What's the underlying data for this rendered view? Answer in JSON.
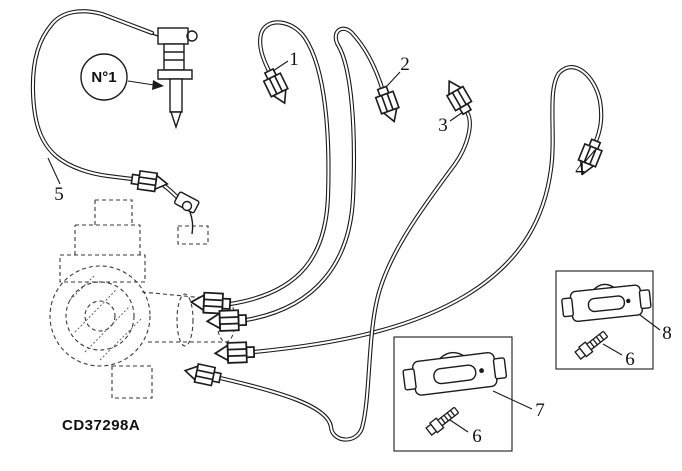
{
  "figure": {
    "code": "CD37298A",
    "cylinder_badge": "N°1"
  },
  "callouts": {
    "c1": "1",
    "c2": "2",
    "c3": "3",
    "c4": "4",
    "c5": "5",
    "c6": "6",
    "c6b": "6",
    "c7": "7",
    "c8": "8"
  },
  "colors": {
    "line": "#1b1b1b",
    "background": "#ffffff"
  }
}
